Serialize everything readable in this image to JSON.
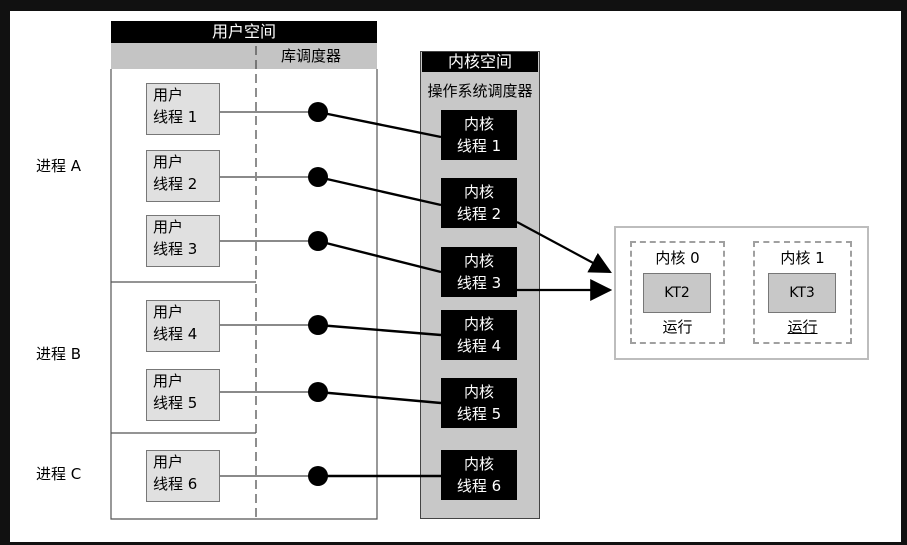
{
  "user_space": {
    "title": "用户空间",
    "library_scheduler": "库调度器"
  },
  "kernel_space": {
    "title": "内核空间",
    "os_scheduler": "操作系统调度器"
  },
  "processes": [
    {
      "label": "进程 A"
    },
    {
      "label": "进程 B"
    },
    {
      "label": "进程 C"
    }
  ],
  "user_threads": [
    {
      "line1": "用户",
      "line2": "线程 1"
    },
    {
      "line1": "用户",
      "line2": "线程 2"
    },
    {
      "line1": "用户",
      "line2": "线程 3"
    },
    {
      "line1": "用户",
      "line2": "线程 4"
    },
    {
      "line1": "用户",
      "line2": "线程 5"
    },
    {
      "line1": "用户",
      "line2": "线程 6"
    }
  ],
  "kernel_threads": [
    {
      "line1": "内核",
      "line2": "线程 1"
    },
    {
      "line1": "内核",
      "line2": "线程 2"
    },
    {
      "line1": "内核",
      "line2": "线程 3"
    },
    {
      "line1": "内核",
      "line2": "线程 4"
    },
    {
      "line1": "内核",
      "line2": "线程 5"
    },
    {
      "line1": "内核",
      "line2": "线程 6"
    }
  ],
  "cpu_cores": [
    {
      "label": "内核 0",
      "thread": "KT2",
      "status": "运行"
    },
    {
      "label": "内核 1",
      "thread": "KT3",
      "status": "运行"
    }
  ],
  "colors": {
    "header_black": "#000000",
    "header_gray": "#c4c4c4",
    "kernel_panel": "#c8c8c8",
    "user_thread_fill": "#e0e0e0",
    "connector": "#000000"
  }
}
